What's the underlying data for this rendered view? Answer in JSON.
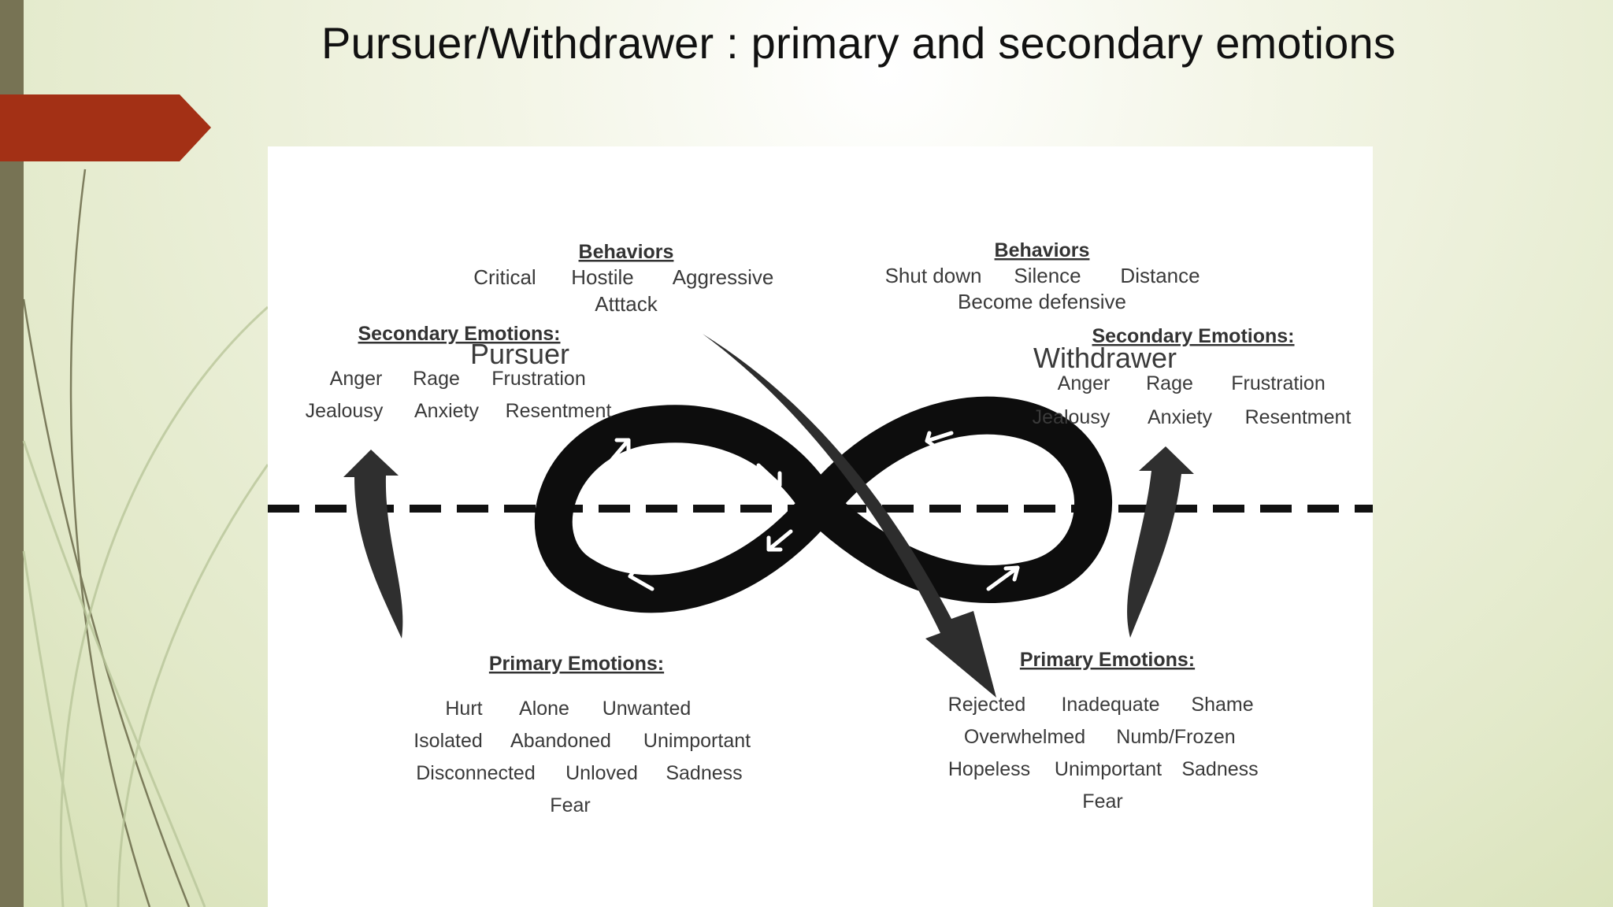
{
  "slide": {
    "title": "Pursuer/Withdrawer : primary and secondary emotions",
    "accent_color": "#A33015",
    "sidebar_color": "#777354"
  },
  "diagram": {
    "pursuer": {
      "title": "Pursuer",
      "behaviors_header": "Behaviors",
      "behaviors_line1": [
        "Critical",
        "Hostile",
        "Aggressive"
      ],
      "behaviors_line2": "Atttack",
      "secondary_header": "Secondary Emotions:",
      "secondary_line1": [
        "Anger",
        "Rage",
        "Frustration"
      ],
      "secondary_line2": [
        "Jealousy",
        "Anxiety",
        "Resentment"
      ],
      "primary_header": "Primary Emotions:",
      "primary_line1": [
        "Hurt",
        "Alone",
        "Unwanted"
      ],
      "primary_line2": [
        "Isolated",
        "Abandoned",
        "Unimportant"
      ],
      "primary_line3": [
        "Disconnected",
        "Unloved",
        "Sadness"
      ],
      "primary_line4": "Fear"
    },
    "withdrawer": {
      "title": "Withdrawer",
      "behaviors_header": "Behaviors",
      "behaviors_line1": [
        "Shut down",
        "Silence",
        "Distance"
      ],
      "behaviors_line2": "Become defensive",
      "secondary_header": "Secondary Emotions:",
      "secondary_line1": [
        "Anger",
        "Rage",
        "Frustration"
      ],
      "secondary_line2": [
        "Jealousy",
        "Anxiety",
        "Resentment"
      ],
      "primary_header": "Primary Emotions:",
      "primary_line1": [
        "Rejected",
        "Inadequate",
        "Shame"
      ],
      "primary_line2": [
        "Overwhelmed",
        "Numb/Frozen"
      ],
      "primary_line3": [
        "Hopeless",
        "Unimportant",
        "Sadness"
      ],
      "primary_line4": "Fear"
    }
  }
}
